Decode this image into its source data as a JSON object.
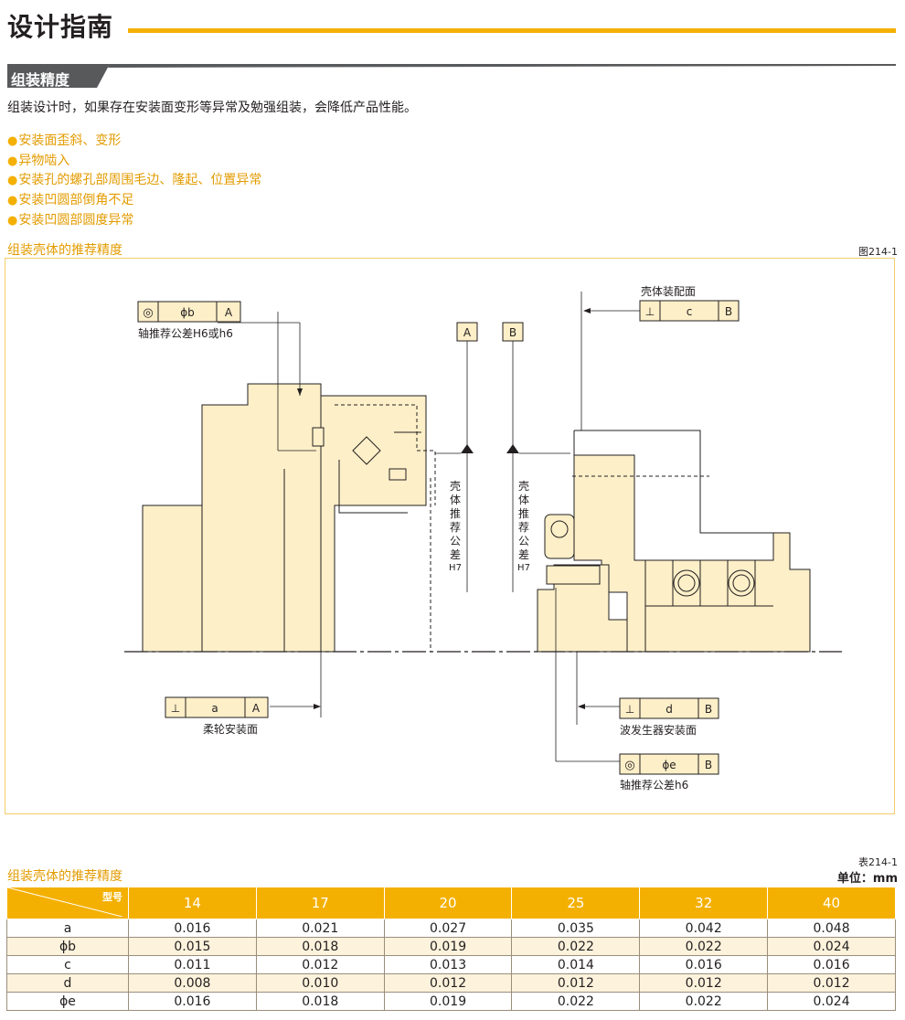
{
  "page_title": "设计指南",
  "section": {
    "title": "组装精度",
    "intro": "组装设计时，如果存在安装面变形等异常及勉强组装，会降低产品性能。",
    "bullets": [
      "安装面歪斜、变形",
      "异物啮入",
      "安装孔的螺孔部周围毛边、隆起、位置异常",
      "安装凹圆部倒角不足",
      "安装凹圆部圆度异常"
    ]
  },
  "figure": {
    "caption": "组装壳体的推荐精度",
    "number": "图214-1",
    "frames": {
      "phi_b": {
        "symbol": "◎",
        "value": "ϕb",
        "datum": "A",
        "label": "轴推荐公差H6或h6"
      },
      "c": {
        "symbol": "⊥",
        "value": "c",
        "datum": "B",
        "label_top": "壳体装配面"
      },
      "a": {
        "symbol": "⊥",
        "value": "a",
        "datum": "A",
        "label": "柔轮安装面"
      },
      "d": {
        "symbol": "⊥",
        "value": "d",
        "datum": "B",
        "label": "波发生器安装面"
      },
      "phi_e": {
        "symbol": "◎",
        "value": "ϕe",
        "datum": "B",
        "label": "轴推荐公差h6"
      }
    },
    "datum_a": "A",
    "datum_b": "B",
    "left_tolerance": [
      "壳",
      "体",
      "推",
      "荐",
      "公",
      "差",
      "H7"
    ],
    "right_tolerance": [
      "壳",
      "体",
      "推",
      "荐",
      "公",
      "差",
      "H7"
    ],
    "colors": {
      "part_fill": "#fdefc8",
      "accent": "#f4b000",
      "line": "#231f20"
    }
  },
  "table": {
    "caption": "组装壳体的推荐精度",
    "number": "表214-1",
    "unit": "单位：mm",
    "corner_label": "型号",
    "columns": [
      "14",
      "17",
      "20",
      "25",
      "32",
      "40"
    ],
    "rows": [
      {
        "label": "a",
        "values": [
          "0.016",
          "0.021",
          "0.027",
          "0.035",
          "0.042",
          "0.048"
        ]
      },
      {
        "label": "ϕb",
        "values": [
          "0.015",
          "0.018",
          "0.019",
          "0.022",
          "0.022",
          "0.024"
        ]
      },
      {
        "label": "c",
        "values": [
          "0.011",
          "0.012",
          "0.013",
          "0.014",
          "0.016",
          "0.016"
        ]
      },
      {
        "label": "d",
        "values": [
          "0.008",
          "0.010",
          "0.012",
          "0.012",
          "0.012",
          "0.012"
        ]
      },
      {
        "label": "ϕe",
        "values": [
          "0.016",
          "0.018",
          "0.019",
          "0.022",
          "0.022",
          "0.024"
        ]
      }
    ]
  }
}
